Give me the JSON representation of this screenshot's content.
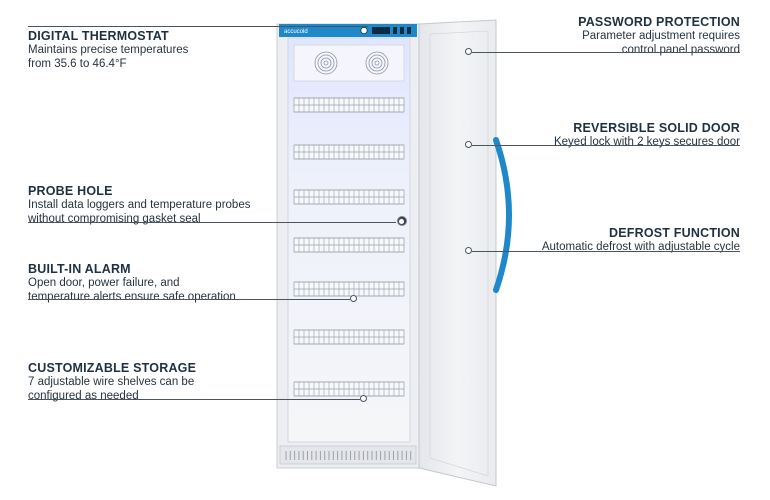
{
  "brand_label": "accucold",
  "colors": {
    "accent_blue": "#1e88c9",
    "text_dark": "#1f3040",
    "leader_line": "#4a5560",
    "cabinet_white": "#f2f3f5",
    "interior_glow": "#e8eefc"
  },
  "callouts": {
    "digital_thermostat": {
      "title": "DIGITAL THERMOSTAT",
      "lines": [
        "Maintains precise temperatures",
        "from 35.6 to 46.4°F"
      ]
    },
    "probe_hole": {
      "title": "PROBE HOLE",
      "lines": [
        "Install data loggers and temperature probes",
        "without compromising gasket seal"
      ]
    },
    "built_in_alarm": {
      "title": "BUILT-IN ALARM",
      "lines": [
        "Open door, power failure, and",
        "temperature alerts ensure safe operation"
      ]
    },
    "customizable_storage": {
      "title": "CUSTOMIZABLE STORAGE",
      "lines": [
        "7 adjustable wire shelves can be",
        "configured as needed"
      ]
    },
    "password_protection": {
      "title": "PASSWORD PROTECTION",
      "lines": [
        "Parameter adjustment requires",
        "control panel password"
      ]
    },
    "reversible_solid_door": {
      "title": "REVERSIBLE SOLID DOOR",
      "lines": [
        "Keyed lock with 2 keys secures door"
      ]
    },
    "defrost_function": {
      "title": "DEFROST FUNCTION",
      "lines": [
        "Automatic defrost with adjustable cycle"
      ]
    }
  }
}
